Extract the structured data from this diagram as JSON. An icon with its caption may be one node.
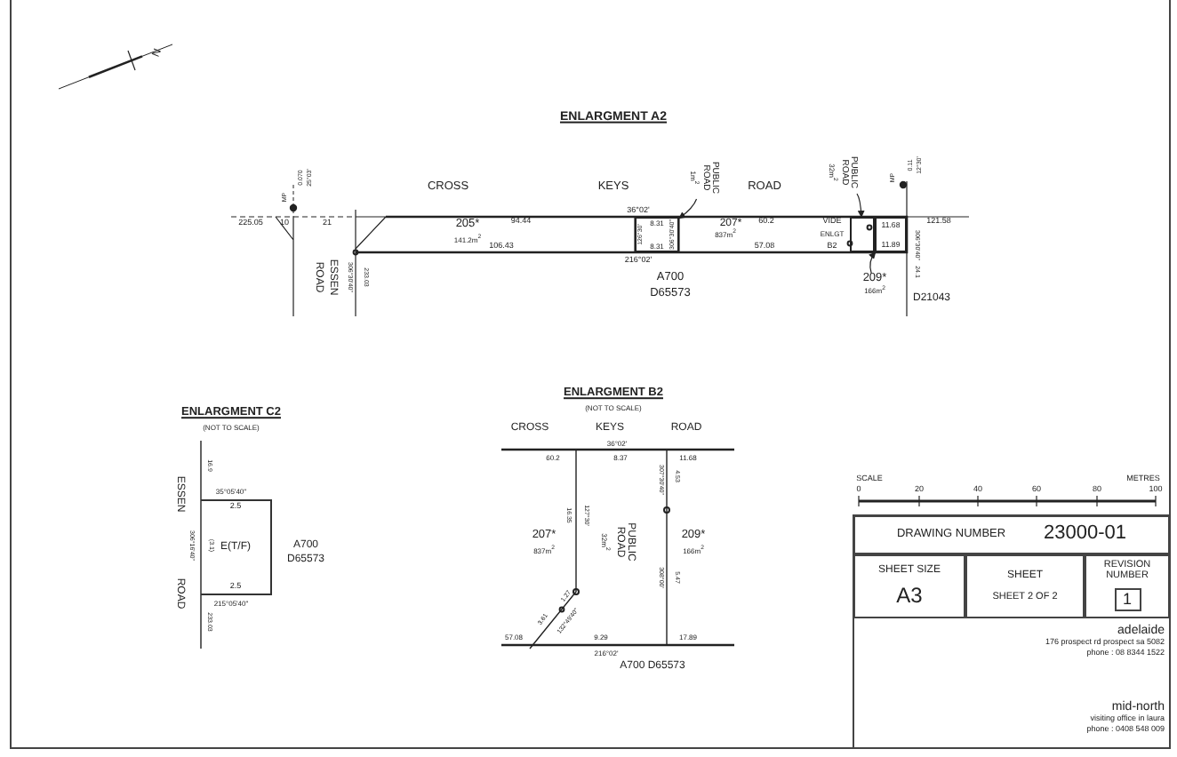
{
  "diagram": {
    "nodes": [
      {
        "text": [
          "PUBLIC ROAD",
          "1m$^{2}$"
        ]
      },
      {
        "text": [
          "PUBLIC ROAD",
          "32m$^{2}$"
        ]
      },
      {
        "text": [
          "209*",
          "166m$^{2}$"
        ]
      },
      {
        "text": [
          "2.5",
          "E(T/F)",
          "2.5"
        ],
        "beside": [
          "35°05'40\"",
          "215°05'40\""
        ]
      },
      {
        "text": [
          "DRAWING NUMBER",
          "23000-01"
        ]
      },
      {
        "text": [
          "SHEET SIZE",
          "A3"
        ]
      },
      {
        "text": [
          "SHEET",
          "SHEET 2 OF 2"
        ]
      },
      {
        "text": [
          "REVISION NUMBER"
        ]
      },
      {
        "text": [
          "1"
        ],
        "in": 7
      },
      {
        "text": [],
        "shape": "box"
      },
      {
        "text": [],
        "shape": "box"
      },
      {
        "text": [],
        "shape": "box"
      }
    ],
    "edges": [
      {
        "from": 0,
        "to": 9,
        "arrow": "to"
      },
      {
        "from": 1,
        "to": 10,
        "arrow": "to"
      },
      {
        "from": 2,
        "to": 11,
        "arrow": "to"
      }
    ],
    "labels": [
      "N",
      "ENLARGMENT A2",
      "MP",
      "0.070",
      "25°03'",
      "CROSS",
      "KEYS",
      "ROAD",
      "MP",
      "0.11",
      "12°30'",
      "225.05",
      "10",
      "21",
      "36°02'",
      "94.44",
      "205*",
      "141.2m$^{2}$",
      "106.43",
      "8.31",
      "8.31",
      "126°30'",
      "306°30'40\"",
      "207*",
      "837m$^{2}$",
      "60.2",
      "57.08",
      "VIDE",
      "ENLGT",
      "B2",
      "11.68",
      "11.89",
      "121.58",
      "ROAD",
      "ESSEN",
      "306°30'40\"",
      "233.03",
      "216°02'",
      "A700",
      "D65573",
      "306°30'40\"",
      "24.1",
      "D21043",
      "ENLARGMENT C2",
      "(NOT TO SCALE)",
      "ESSEN",
      "ROAD",
      "16.9",
      "306°16'40\"",
      "(3.1)",
      "A700",
      "D65573",
      "233.03",
      "ENLARGMENT B2",
      "(NOT TO SCALE)",
      "CROSS",
      "KEYS",
      "ROAD",
      "36°02'",
      "60.2",
      "8.37",
      "11.68",
      "307°30'40\"",
      "4.53",
      "16.35",
      "127°30'",
      "207*",
      "837m$^{2}$",
      "PUBLIC ROAD",
      "32m$^{2}$",
      "209*",
      "166m$^{2}$",
      "308°00'",
      "5.47",
      "1.27",
      "3.61",
      "132°49'40\"",
      "57.08",
      "9.29",
      "17.89",
      "216°02'",
      "A700 D65573",
      "SCALE",
      "0",
      "20",
      "40",
      "60",
      "80",
      "100",
      "METRES",
      "adelaide",
      "176 prospect rd prospect sa 5082",
      "phone : 08 8344 1522",
      "mid-north",
      "visiting office in laura",
      "phone : 0408 548 009"
    ]
  }
}
